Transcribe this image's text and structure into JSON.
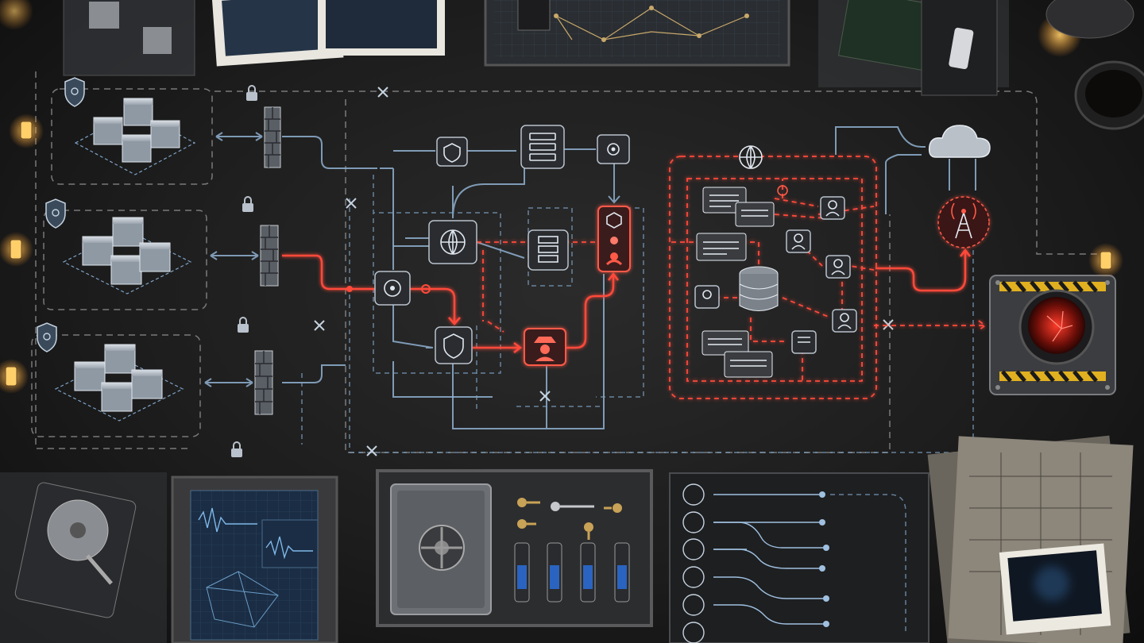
{
  "colors": {
    "background": "#1d1d1d",
    "network_line": "#8fb0d0",
    "compromised_path": "#ff4a3a",
    "node_fill": "#2a2c30",
    "lamp_glow": "#ffb44a"
  },
  "icons": {
    "server_zones": [
      "shield-icon",
      "shield-icon",
      "shield-icon"
    ],
    "firewalls": [
      "firewall-icon",
      "firewall-icon",
      "firewall-icon"
    ],
    "locks": [
      "lock-icon",
      "lock-icon",
      "lock-icon",
      "lock-icon"
    ],
    "core_nodes": [
      "shield-node-icon",
      "server-rack-icon",
      "gear-node-icon",
      "globe-icon",
      "network-hub-icon",
      "shield-check-icon",
      "server-icon",
      "user-lock-icon",
      "intruder-icon"
    ],
    "compromised_zone": [
      "globe-icon",
      "user-icon",
      "database-icon",
      "chat-icon",
      "alert-icon"
    ],
    "external": [
      "cloud-icon",
      "radio-tower-icon",
      "kill-switch-icon"
    ],
    "desk_props": [
      "hard-drive-icon",
      "monitor-icon",
      "safe-icon",
      "key-icon",
      "vial-icon",
      "user-list-icon",
      "blueprint-icon",
      "lamp-icon",
      "coffee-mug-icon",
      "photo-icon",
      "usb-drive-icon"
    ]
  },
  "key_rows": 5,
  "vial_count": 4,
  "user_list_rows": 6
}
